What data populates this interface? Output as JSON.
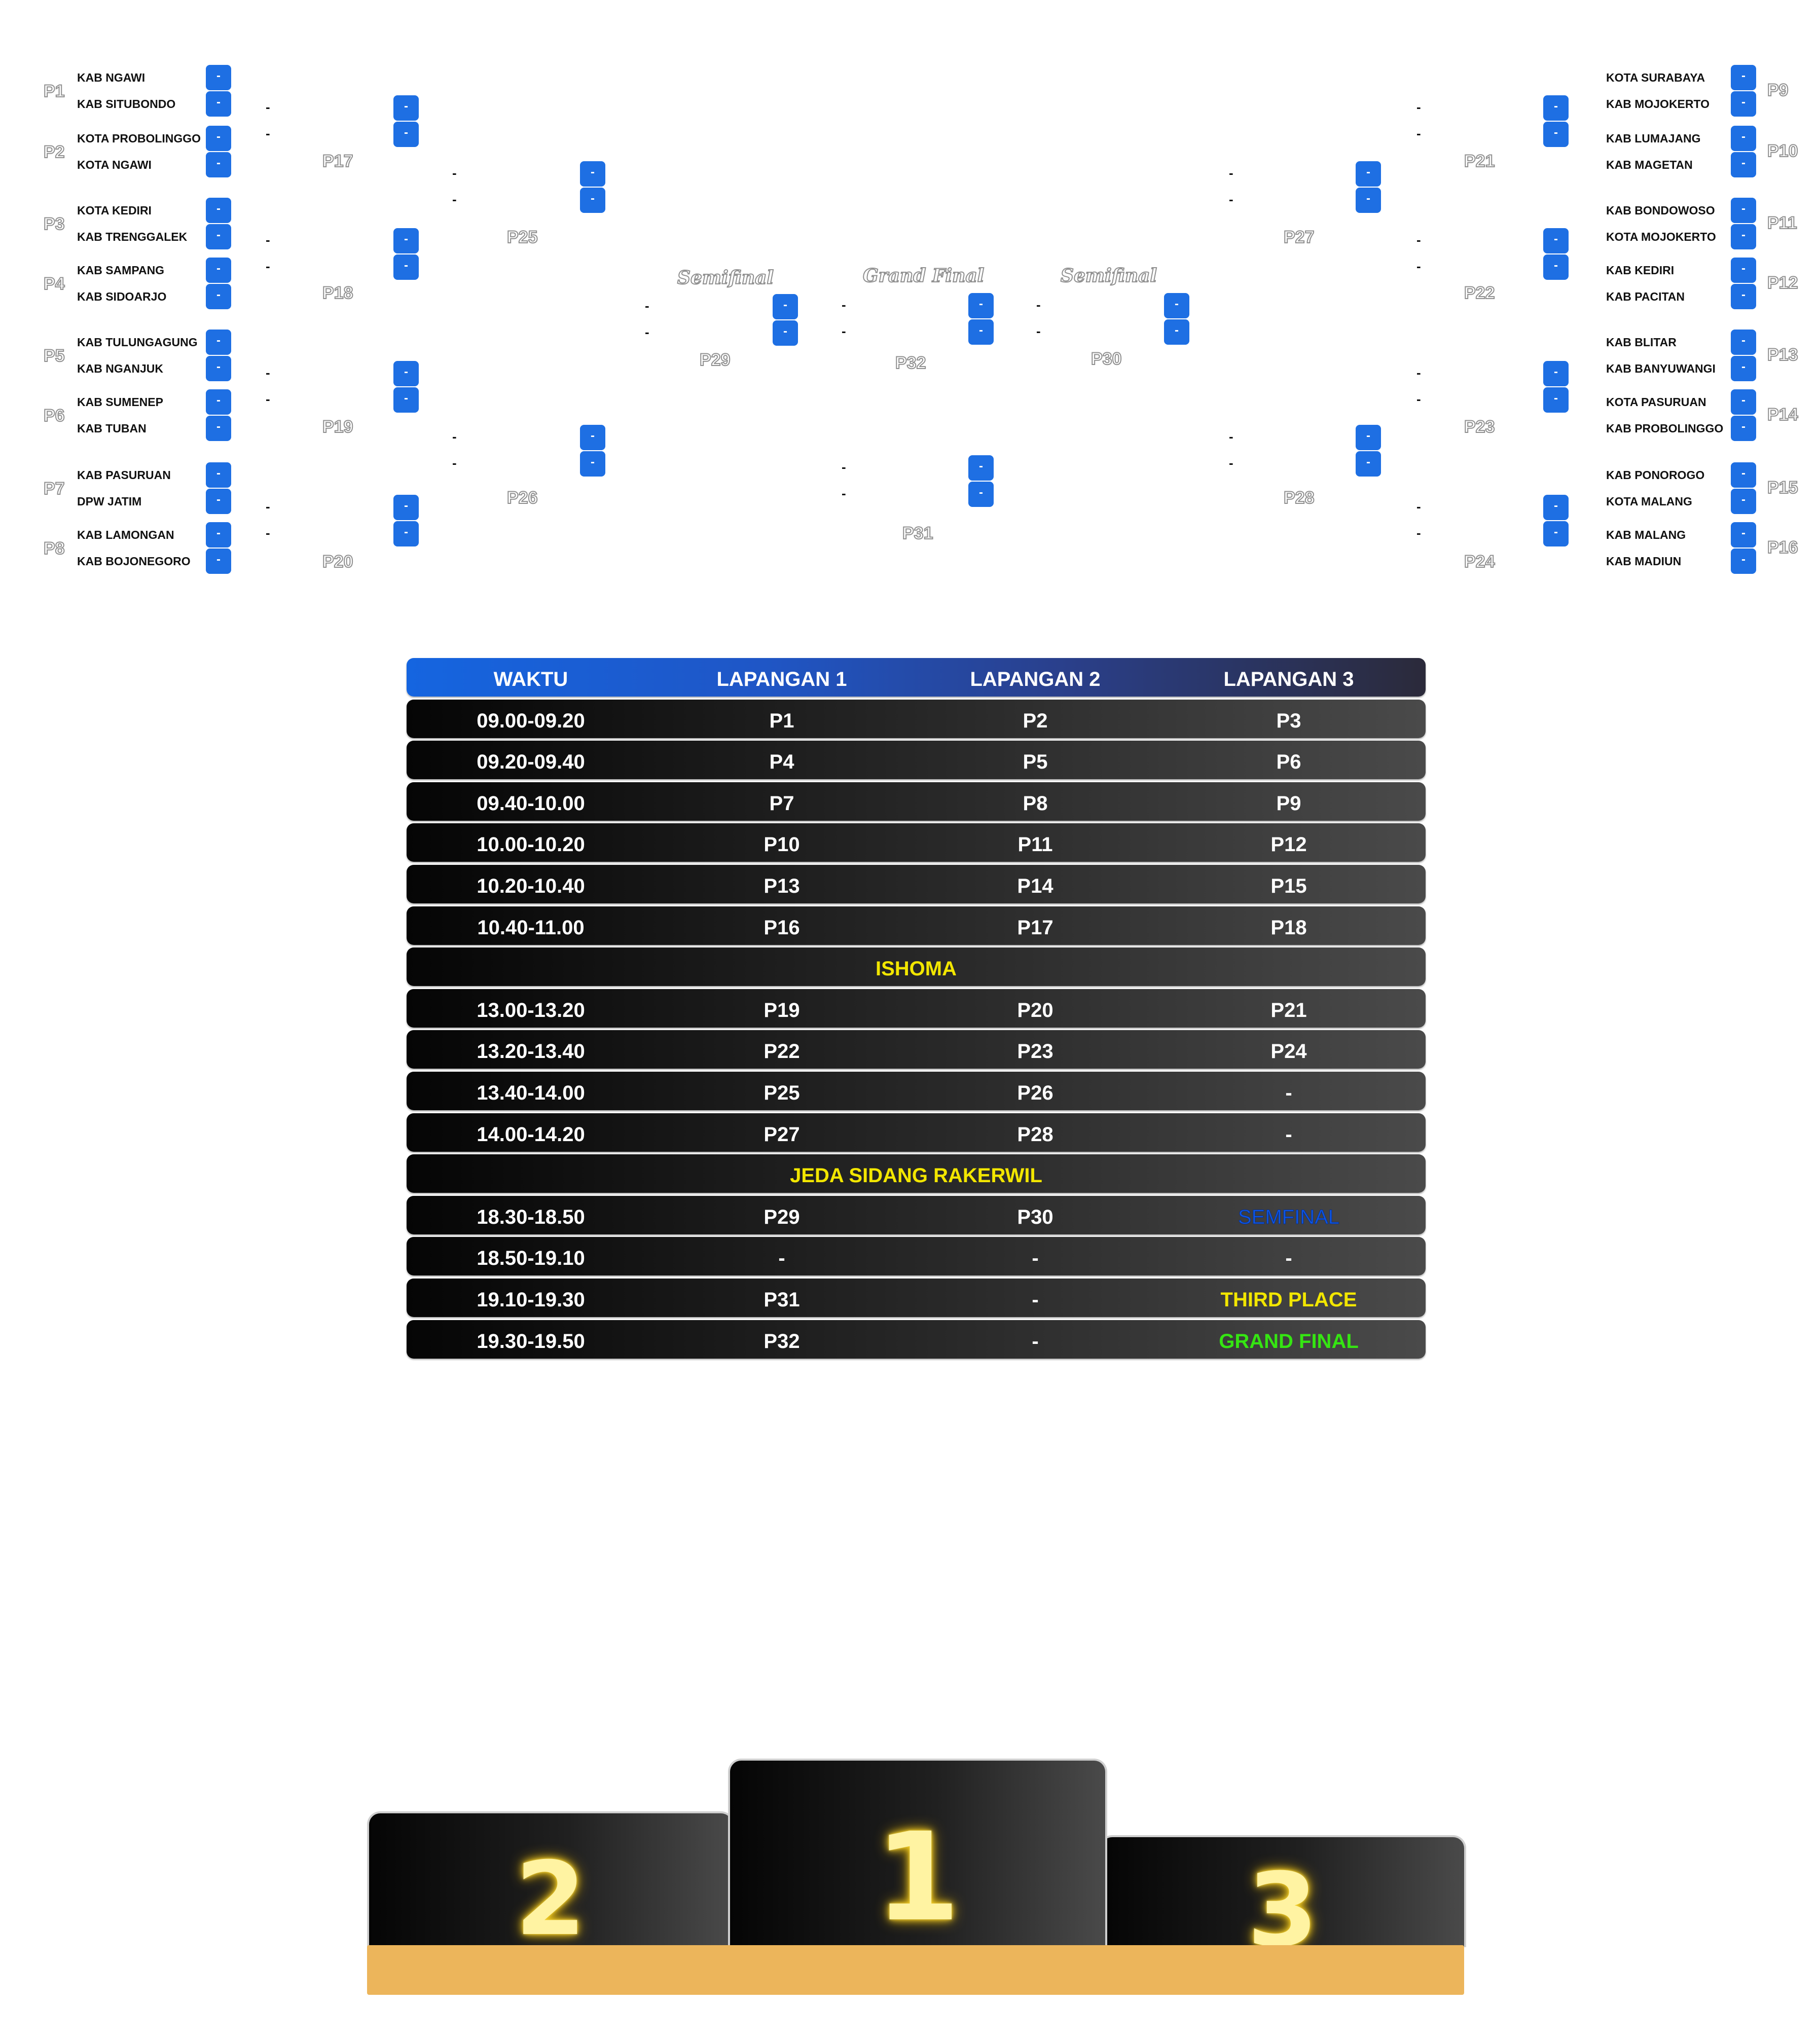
{
  "bracket": {
    "score_placeholder": "-",
    "left_matches": [
      {
        "label": "P1",
        "team1": "KAB NGAWI",
        "team2": "KAB SITUBONDO"
      },
      {
        "label": "P2",
        "team1": "KOTA PROBOLINGGO",
        "team2": "KOTA NGAWI"
      },
      {
        "label": "P3",
        "team1": "KOTA KEDIRI",
        "team2": "KAB TRENGGALEK"
      },
      {
        "label": "P4",
        "team1": "KAB SAMPANG",
        "team2": "KAB SIDOARJO"
      },
      {
        "label": "P5",
        "team1": "KAB TULUNGAGUNG",
        "team2": "KAB NGANJUK"
      },
      {
        "label": "P6",
        "team1": "KAB SUMENEP",
        "team2": "KAB TUBAN"
      },
      {
        "label": "P7",
        "team1": "KAB PASURUAN",
        "team2": "DPW JATIM"
      },
      {
        "label": "P8",
        "team1": "KAB LAMONGAN",
        "team2": "KAB BOJONEGORO"
      }
    ],
    "right_matches": [
      {
        "label": "P9",
        "team1": "KOTA SURABAYA",
        "team2": "KAB MOJOKERTO"
      },
      {
        "label": "P10",
        "team1": "KAB LUMAJANG",
        "team2": "KAB MAGETAN"
      },
      {
        "label": "P11",
        "team1": "KAB BONDOWOSO",
        "team2": "KOTA MOJOKERTO"
      },
      {
        "label": "P12",
        "team1": "KAB KEDIRI",
        "team2": "KAB PACITAN"
      },
      {
        "label": "P13",
        "team1": "KAB BLITAR",
        "team2": "KAB BANYUWANGI"
      },
      {
        "label": "P14",
        "team1": "KOTA PASURUAN",
        "team2": "KAB PROBOLINGGO"
      },
      {
        "label": "P15",
        "team1": "KAB PONOROGO",
        "team2": "KOTA MALANG"
      },
      {
        "label": "P16",
        "team1": "KAB MALANG",
        "team2": "KAB MADIUN"
      }
    ],
    "round2_labels": [
      "P17",
      "P18",
      "P19",
      "P20",
      "P21",
      "P22",
      "P23",
      "P24"
    ],
    "quarter_labels": [
      "P25",
      "P26",
      "P27",
      "P28"
    ],
    "semi_labels": [
      "P29",
      "P30"
    ],
    "final_label": "P32",
    "third_place_label": "P31",
    "semifinal_title": "Semifinal",
    "grand_final_title": "Grand Final"
  },
  "schedule": {
    "headers": [
      "WAKTU",
      "LAPANGAN 1",
      "LAPANGAN 2",
      "LAPANGAN 3"
    ],
    "rows": [
      {
        "time": "09.00-09.20",
        "l1": "P1",
        "l2": "P2",
        "l3": "P3"
      },
      {
        "time": "09.20-09.40",
        "l1": "P4",
        "l2": "P5",
        "l3": "P6"
      },
      {
        "time": "09.40-10.00",
        "l1": "P7",
        "l2": "P8",
        "l3": "P9"
      },
      {
        "time": "10.00-10.20",
        "l1": "P10",
        "l2": "P11",
        "l3": "P12"
      },
      {
        "time": "10.20-10.40",
        "l1": "P13",
        "l2": "P14",
        "l3": "P15"
      },
      {
        "time": "10.40-11.00",
        "l1": "P16",
        "l2": "P17",
        "l3": "P18"
      },
      {
        "break": "ISHOMA"
      },
      {
        "time": "13.00-13.20",
        "l1": "P19",
        "l2": "P20",
        "l3": "P21"
      },
      {
        "time": "13.20-13.40",
        "l1": "P22",
        "l2": "P23",
        "l3": "P24"
      },
      {
        "time": "13.40-14.00",
        "l1": "P25",
        "l2": "P26",
        "l3": "-"
      },
      {
        "time": "14.00-14.20",
        "l1": "P27",
        "l2": "P28",
        "l3": "-"
      },
      {
        "break": "JEDA SIDANG RAKERWIL"
      },
      {
        "time": "18.30-18.50",
        "l1": "P29",
        "l2": "P30",
        "l3": "SEMFINAL",
        "l3_style": "semi"
      },
      {
        "time": "18.50-19.10",
        "l1": "-",
        "l2": "-",
        "l3": "-"
      },
      {
        "time": "19.10-19.30",
        "l1": "P31",
        "l2": "-",
        "l3": "THIRD PLACE",
        "l3_style": "yellow"
      },
      {
        "time": "19.30-19.50",
        "l1": "P32",
        "l2": "-",
        "l3": "GRAND FINAL",
        "l3_style": "green"
      }
    ],
    "colors": {
      "break_text": "#f2e600",
      "semifinal": "#0d57e8",
      "third_place": "#f2e600",
      "grand_final": "#35e512",
      "header_start": "#1565e0"
    }
  },
  "podium": {
    "first": "1",
    "second": "2",
    "third": "3",
    "base_color": "#ecb55b",
    "number_glow": "#f7d430"
  }
}
